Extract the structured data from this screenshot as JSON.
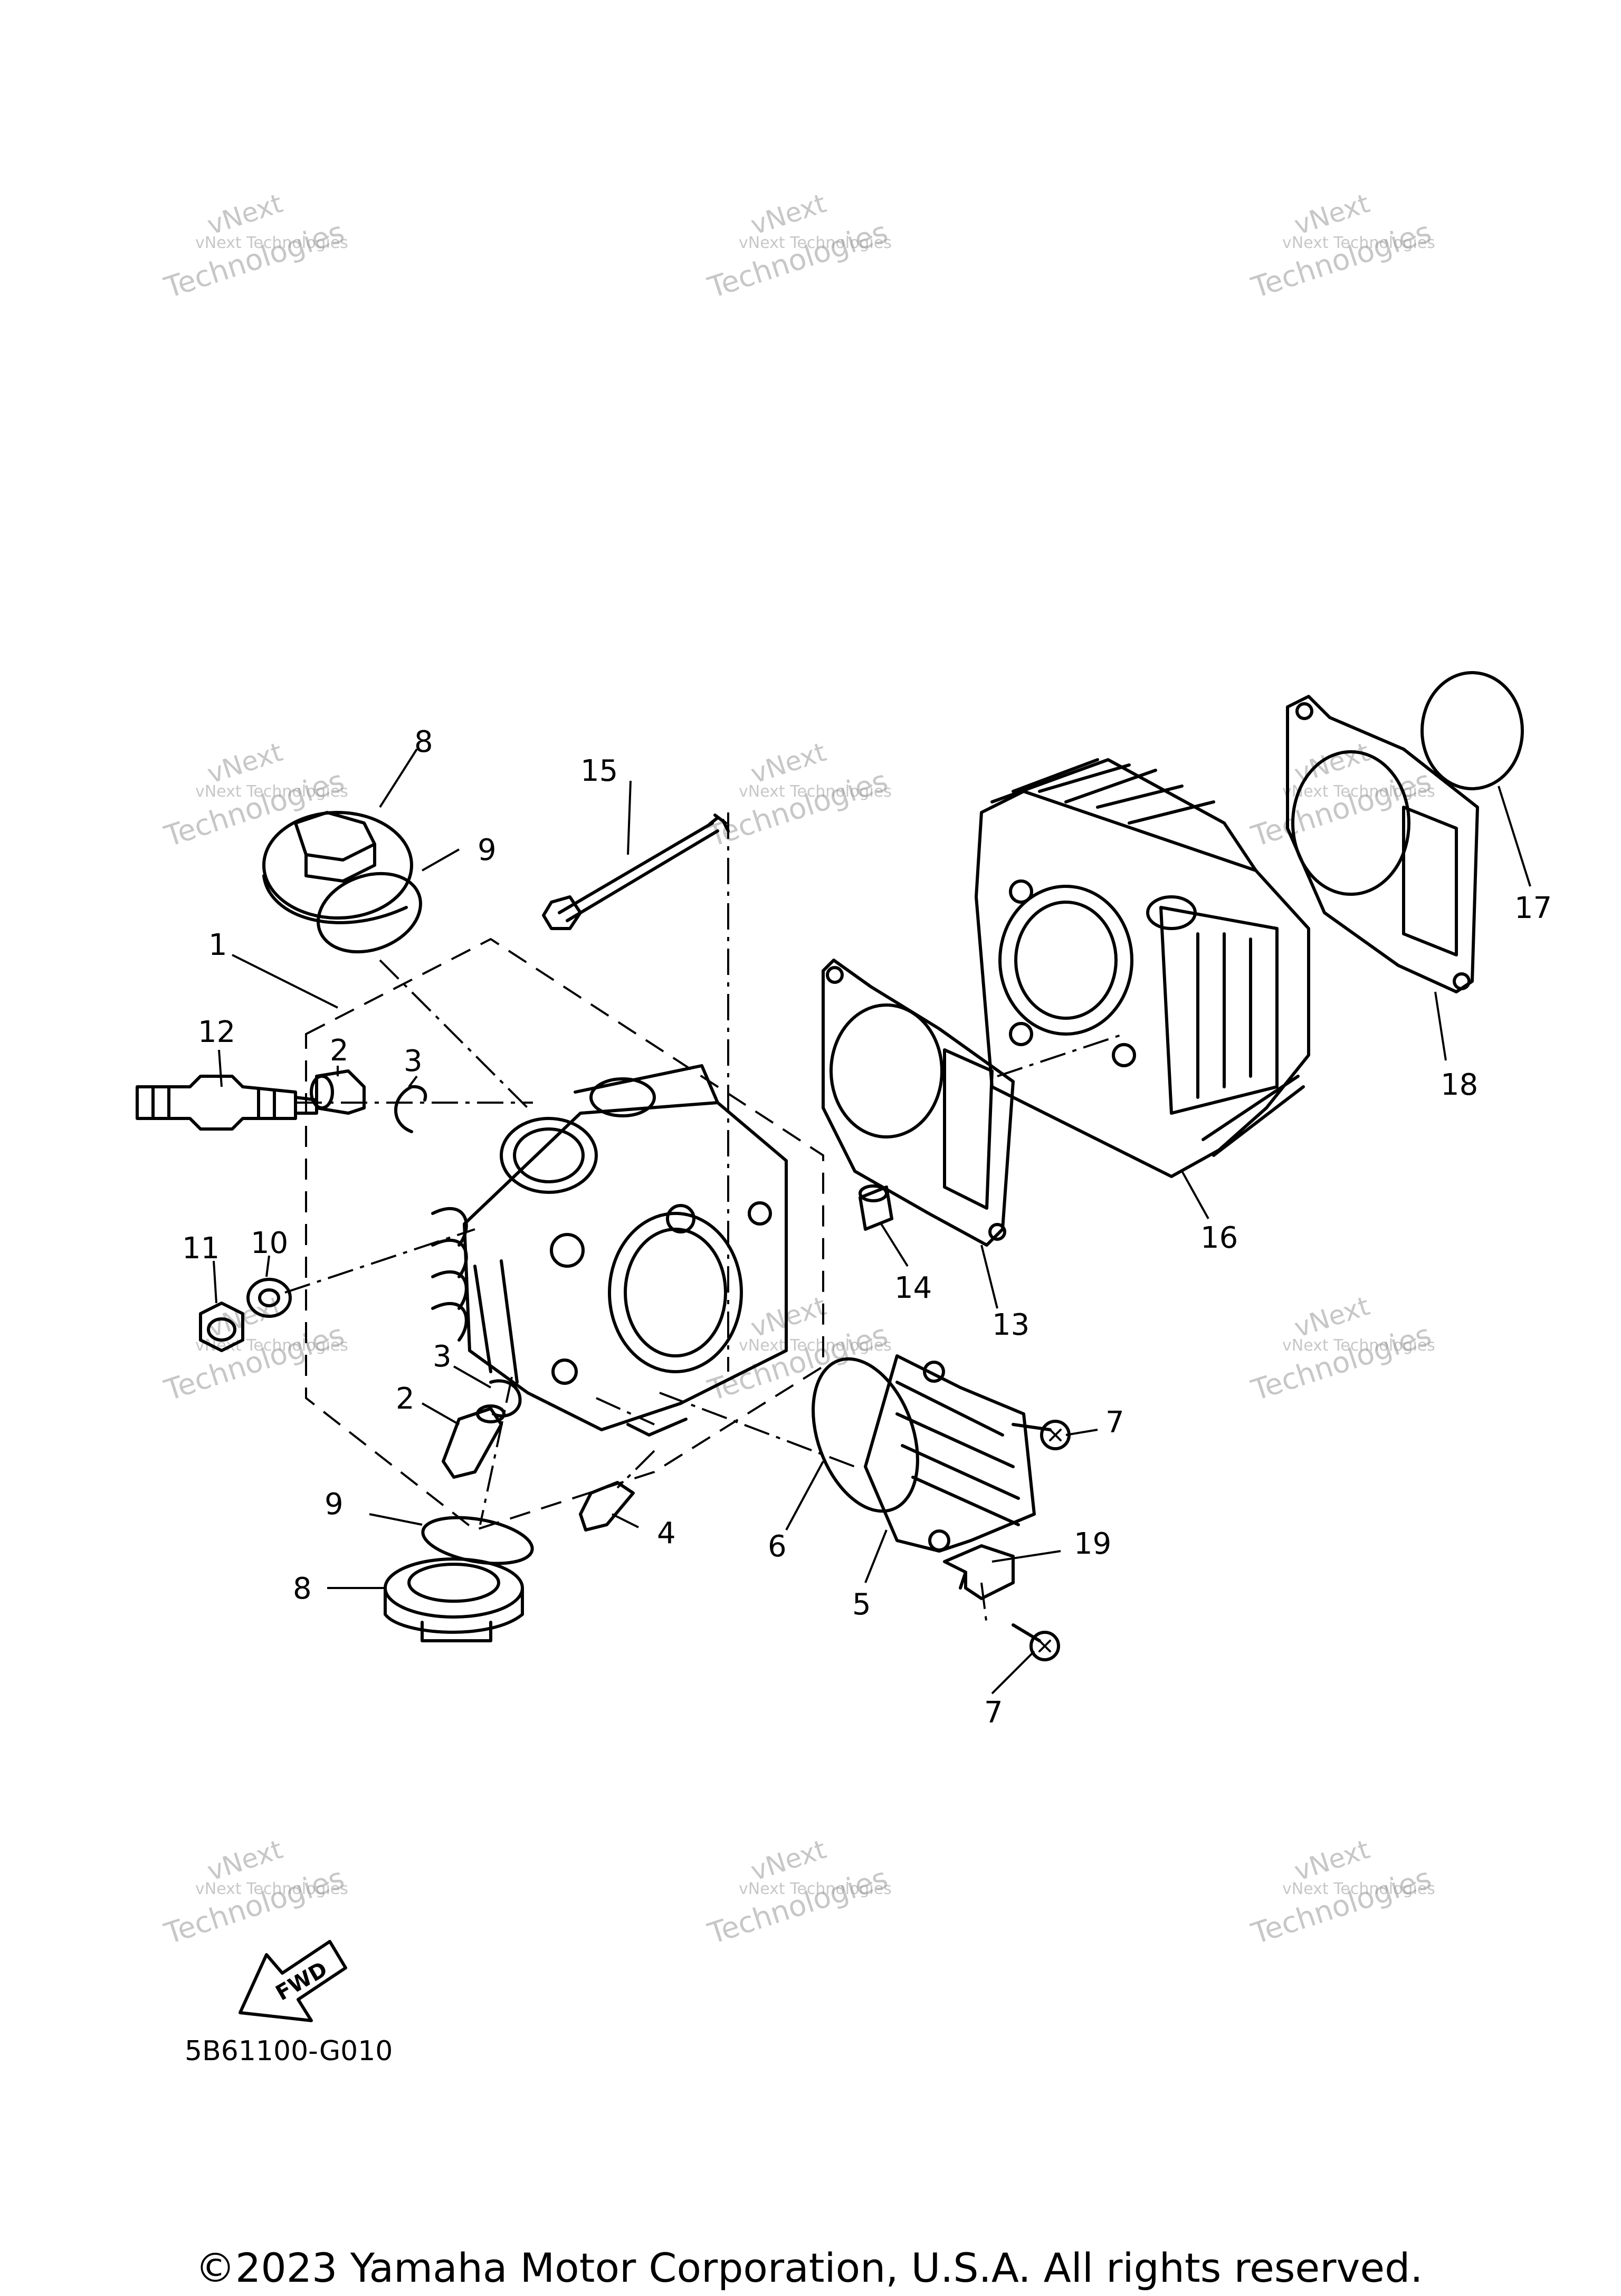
{
  "watermark": {
    "line1": "vNext Technologies",
    "line2": "vNext",
    "line3": "Technologies"
  },
  "callouts": {
    "c1": "1",
    "c2a": "2",
    "c2b": "2",
    "c3a": "3",
    "c3b": "3",
    "c4": "4",
    "c5": "5",
    "c6": "6",
    "c7a": "7",
    "c7b": "7",
    "c8a": "8",
    "c8b": "8",
    "c9a": "9",
    "c9b": "9",
    "c10": "10",
    "c11": "11",
    "c12": "12",
    "c13": "13",
    "c14": "14",
    "c15": "15",
    "c16": "16",
    "c17": "17",
    "c18": "18",
    "c19": "19"
  },
  "fwd_label": "FWD",
  "diagram_code": "5B61100-G010",
  "copyright": "©2023 Yamaha Motor Corporation, U.S.A. All rights reserved."
}
